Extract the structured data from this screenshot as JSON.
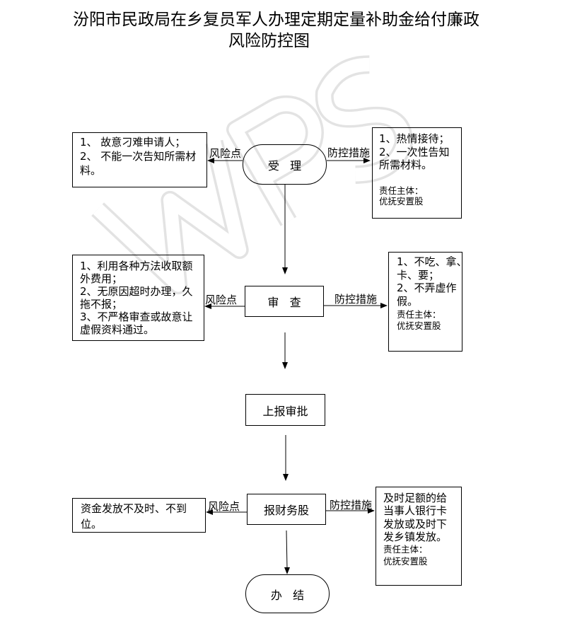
{
  "title": {
    "line1": "汾阳市民政局在乡复员军人办理定期定量补助金给付廉政",
    "line2": "风险防控图"
  },
  "watermark": "WPS",
  "labels": {
    "risk": "风险点",
    "control": "防控措施"
  },
  "flow": {
    "accept": "受   理",
    "review": "审   查",
    "submit": "上报审批",
    "finance": "报财务股",
    "done": "办   结"
  },
  "risks": {
    "accept": [
      "1、  故意刁难申请人；",
      "2、 不能一次告知所需材",
      "料。"
    ],
    "review": [
      "1、利用各种方法收取额",
      "外费用；",
      "2、无原因超时办理，久",
      "拖不报；",
      "3、不严格审查或故意让",
      "虚假资料通过。"
    ],
    "finance": [
      "资金发放不及时、不到",
      "位。"
    ]
  },
  "controls": {
    "accept": {
      "lines": [
        "1、热情接待；",
        "2、一次性告知",
        "所需材料。"
      ],
      "owner_label": "责任主体：",
      "owner": "优抚安置股"
    },
    "review": {
      "lines": [
        "1、不吃、拿、",
        "卡、要；",
        "2、不弄虚作",
        "假。"
      ],
      "owner_label": "责任主体：",
      "owner": "优抚安置股"
    },
    "finance": {
      "lines": [
        "及时足额的给",
        "当事人银行卡",
        "发放或及时下",
        "发乡镇发放。"
      ],
      "owner_label": "责任主体：",
      "owner": "优抚安置股"
    }
  }
}
